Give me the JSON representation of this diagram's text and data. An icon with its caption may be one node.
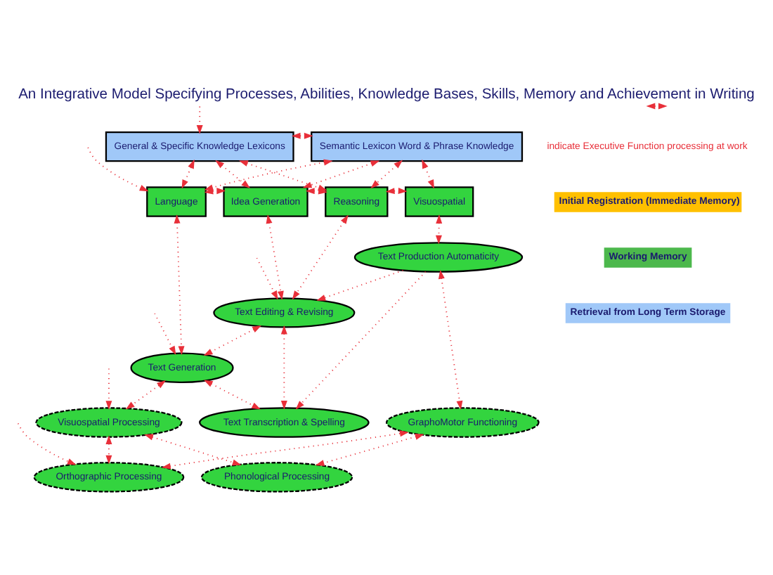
{
  "diagram": {
    "title": "An Integrative Model Specifying Processes, Abilities, Knowledge Bases, Skills, Memory and Achievement in Writing",
    "nodes": [
      {
        "text": [
          "General & Specific Knowledge Lexicons"
        ]
      },
      {
        "text": [
          "Semantic Lexicon Word & Phrase Knowledge"
        ]
      },
      {
        "text": [
          "Language"
        ]
      },
      {
        "text": [
          "Idea Generation"
        ]
      },
      {
        "text": [
          "Reasoning"
        ]
      },
      {
        "text": [
          "Visuospatial"
        ]
      },
      {
        "text": [
          "Text Editing & Revising"
        ]
      },
      {
        "text": [
          "Text Generation"
        ]
      },
      {
        "text": [
          "Text Transcription & Spelling"
        ]
      },
      {
        "text": [
          "Text Production Automaticity"
        ]
      },
      {
        "text": [
          "Visuospatial Processing"
        ]
      },
      {
        "text": [
          "GraphoMotor Functioning"
        ]
      },
      {
        "text": [
          "Orthographic Processing"
        ]
      },
      {
        "text": [
          "Phonological Processing"
        ]
      }
    ],
    "edges": [
      {
        "from": 0,
        "to": 1,
        "arrow": "both"
      },
      {
        "from": 0,
        "to": 2,
        "arrow": "both"
      },
      {
        "from": 0,
        "to": 3,
        "arrow": "both"
      },
      {
        "from": 0,
        "to": 4,
        "arrow": "both"
      },
      {
        "from": 1,
        "to": 2,
        "arrow": "both"
      },
      {
        "from": 1,
        "to": 3,
        "arrow": "both"
      },
      {
        "from": 1,
        "to": 4,
        "arrow": "both"
      },
      {
        "from": 1,
        "to": 5,
        "arrow": "both"
      },
      {
        "from": 2,
        "to": 3,
        "arrow": "both"
      },
      {
        "from": 3,
        "to": 4,
        "arrow": "both"
      },
      {
        "from": 4,
        "to": 5,
        "arrow": "both"
      },
      {
        "from": 2,
        "to": 7,
        "arrow": "both"
      },
      {
        "from": 3,
        "to": 6,
        "arrow": "both"
      },
      {
        "from": 4,
        "to": 6,
        "arrow": "both"
      },
      {
        "from": 5,
        "to": 9,
        "arrow": "both"
      },
      {
        "from": 9,
        "to": 6,
        "arrow": "to"
      },
      {
        "from": 9,
        "to": 8,
        "arrow": "to"
      },
      {
        "from": 6,
        "to": 7,
        "arrow": "both"
      },
      {
        "from": 6,
        "to": 8,
        "arrow": "both"
      },
      {
        "from": 7,
        "to": 8,
        "arrow": "both"
      },
      {
        "from": 7,
        "to": 10,
        "arrow": "both"
      },
      {
        "from": 9,
        "to": 11,
        "arrow": "both"
      },
      {
        "from": 10,
        "to": 12,
        "arrow": "both"
      },
      {
        "from": 11,
        "to": 13,
        "arrow": "both"
      },
      {
        "from": 10,
        "to": 13,
        "arrow": "both"
      },
      {
        "from": 12,
        "to": 11,
        "arrow": "both"
      },
      {
        "from": null,
        "to": 0,
        "arrow": "to"
      },
      {
        "from": null,
        "to": 2,
        "arrow": "to"
      },
      {
        "from": null,
        "to": 6,
        "arrow": "to"
      },
      {
        "from": null,
        "to": 7,
        "arrow": "to"
      },
      {
        "from": null,
        "to": 10,
        "arrow": "to"
      },
      {
        "from": null,
        "to": 12,
        "arrow": "to"
      }
    ],
    "legend": [
      {
        "text": "indicate Executive Function processing at work"
      },
      {
        "text": "Initial Registration (Immediate Memory)",
        "color": "#ffc000"
      },
      {
        "text": "Working Memory",
        "color": "#4cb84c"
      },
      {
        "text": "Retrieval from Long Term Storage",
        "color": "#a0c8f8"
      }
    ]
  }
}
